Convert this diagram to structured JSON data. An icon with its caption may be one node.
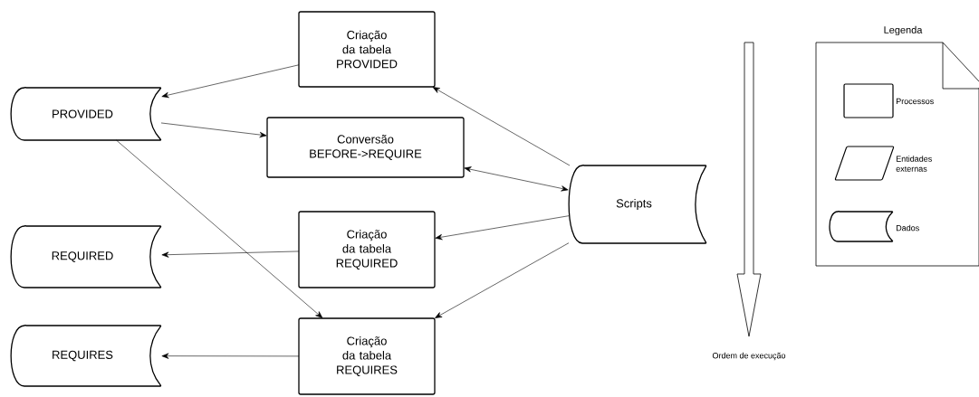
{
  "diagram": {
    "nodes": [
      {
        "text": [
          "PROVIDED"
        ]
      },
      {
        "text": [
          "Criação da tabela PROVIDED"
        ]
      },
      {
        "text": [
          "Conversão BEFORE->REQUIRE"
        ]
      },
      {
        "text": [
          "Scripts"
        ]
      },
      {
        "text": [
          "REQUIRED"
        ]
      },
      {
        "text": [
          "Criação da tabela REQUIRED"
        ]
      },
      {
        "text": [
          "REQUIRES"
        ]
      },
      {
        "text": [
          "Criação da tabela REQUIRES"
        ]
      }
    ],
    "edges": [
      {
        "from": 3,
        "to": 1,
        "arrow": "to"
      },
      {
        "from": 1,
        "to": 0,
        "arrow": "to"
      },
      {
        "from": 0,
        "to": 2,
        "arrow": "to"
      },
      {
        "from": 2,
        "to": 3,
        "arrow": "both"
      },
      {
        "from": 3,
        "to": 5,
        "arrow": "to"
      },
      {
        "from": 5,
        "to": 4,
        "arrow": "to"
      },
      {
        "from": 0,
        "to": 7,
        "arrow": "to"
      },
      {
        "from": 3,
        "to": 7,
        "arrow": "to"
      },
      {
        "from": 7,
        "to": 6,
        "arrow": "to"
      }
    ],
    "labels": [
      "Legenda",
      "Ordem de execução"
    ],
    "legend": [
      {
        "text": "Processos"
      },
      {
        "text": "Entidades externas"
      },
      {
        "text": "Dados"
      }
    ]
  }
}
